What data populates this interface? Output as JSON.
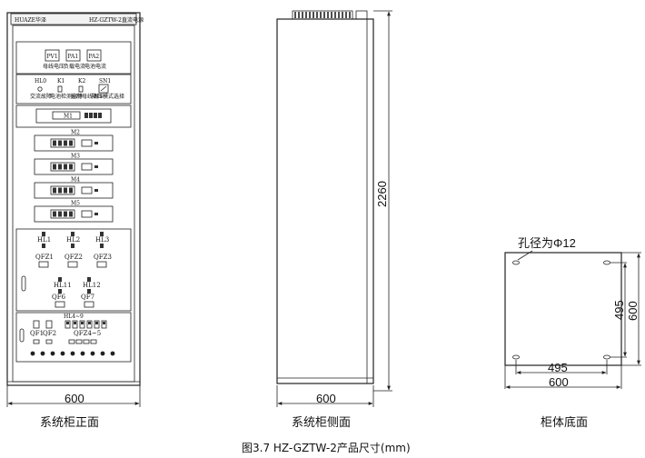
{
  "front": {
    "brand": "HUAZE华泽",
    "model": "HZ-GZTW-2直流电源",
    "meters": [
      {
        "code": "PV1",
        "label": "母线电压"
      },
      {
        "code": "PA1",
        "label": "负载电流"
      },
      {
        "code": "PA2",
        "label": "电池电流"
      }
    ],
    "controls": [
      {
        "code": "HL0",
        "label": "交流故障"
      },
      {
        "code": "K1",
        "label": "电池检测启停"
      },
      {
        "code": "K2",
        "label": "控制母线调压"
      },
      {
        "code": "SN1",
        "label": "降压模式选择"
      }
    ],
    "monitor": "M1",
    "modules": [
      "M2",
      "M3",
      "M4",
      "M5"
    ],
    "lamps_row1": [
      "HL1",
      "HL2",
      "HL3"
    ],
    "breakers_row1": [
      "QFZ1",
      "QFZ2",
      "QFZ3"
    ],
    "lamps_row2": [
      "HL11",
      "HL12"
    ],
    "breakers_row2": [
      "QF6",
      "QF7"
    ],
    "bottom_header": "HL4~9",
    "bottom_breakers": [
      "QF1",
      "QF2",
      "QFZ4~5"
    ],
    "width_dim": "600",
    "caption": "系统柜正面"
  },
  "side": {
    "height_dim": "2260",
    "width_dim": "600",
    "caption": "系统柜侧面"
  },
  "base": {
    "hole_label": "孔径为Φ12",
    "inner_h": "495",
    "outer_h": "600",
    "inner_w": "495",
    "outer_w": "600",
    "caption": "柜体底面"
  },
  "figure_caption": "图3.7 HZ-GZTW-2产品尺寸(mm)"
}
